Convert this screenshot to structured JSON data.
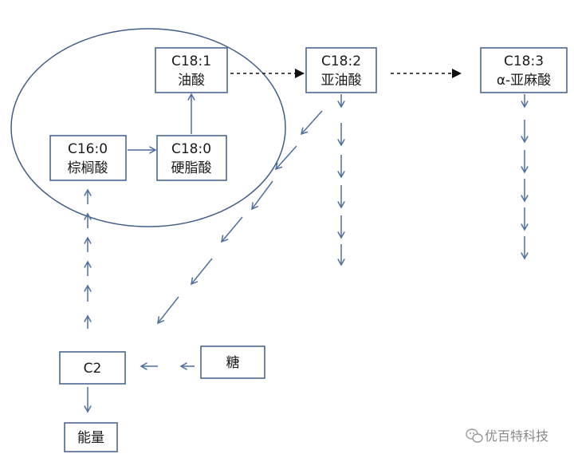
{
  "colors": {
    "box_border": "#3f5d88",
    "blue_arrow": "#4f6f9e",
    "black_arrow": "#111111",
    "text": "#1a1a1a",
    "watermark": "#888888"
  },
  "nodes": {
    "c16": {
      "line1": "C16:0",
      "line2": "棕榈酸"
    },
    "c18_0": {
      "line1": "C18:0",
      "line2": "硬脂酸"
    },
    "c18_1": {
      "line1": "C18:1",
      "line2": "油酸"
    },
    "c18_2": {
      "line1": "C18:2",
      "line2": "亚油酸"
    },
    "c18_3": {
      "line1": "C18:3",
      "line2": "α-亚麻酸"
    },
    "c2": {
      "label": "C2"
    },
    "sugar": {
      "label": "糖"
    },
    "energy": {
      "label": "能量"
    }
  },
  "watermark": {
    "icon": "wechat-icon",
    "text": "优百特科技"
  }
}
